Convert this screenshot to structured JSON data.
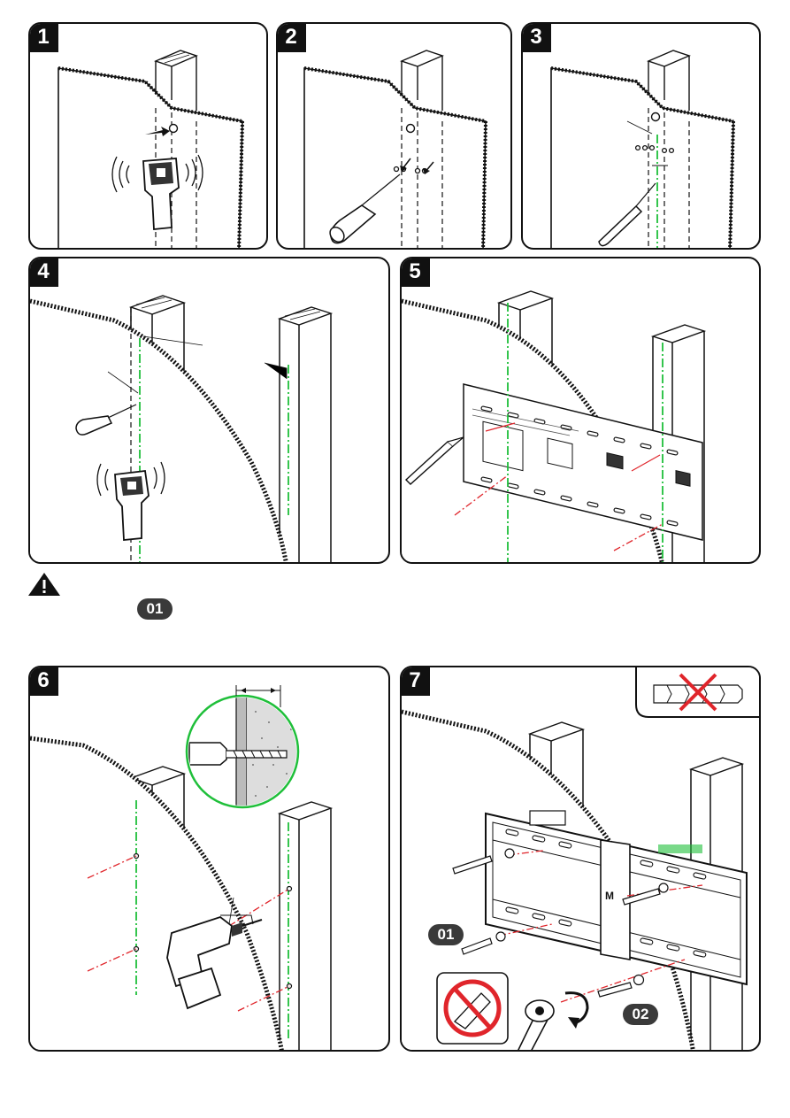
{
  "steps": [
    {
      "number": "1"
    },
    {
      "number": "2"
    },
    {
      "number": "3"
    },
    {
      "number": "4"
    },
    {
      "number": "5"
    },
    {
      "number": "6"
    },
    {
      "number": "7"
    }
  ],
  "warning": {
    "part_label": "01"
  },
  "step7": {
    "part_label_bolt": "01",
    "part_label_washer": "02"
  },
  "colors": {
    "guide_green": "#1fbf3a",
    "mark_red": "#e0252b",
    "outline": "#111111"
  },
  "icons": [
    "stud-finder-icon",
    "awl-icon",
    "drill-icon",
    "wrench-icon",
    "warning-icon",
    "no-anchor-icon",
    "no-power-tool-icon"
  ]
}
